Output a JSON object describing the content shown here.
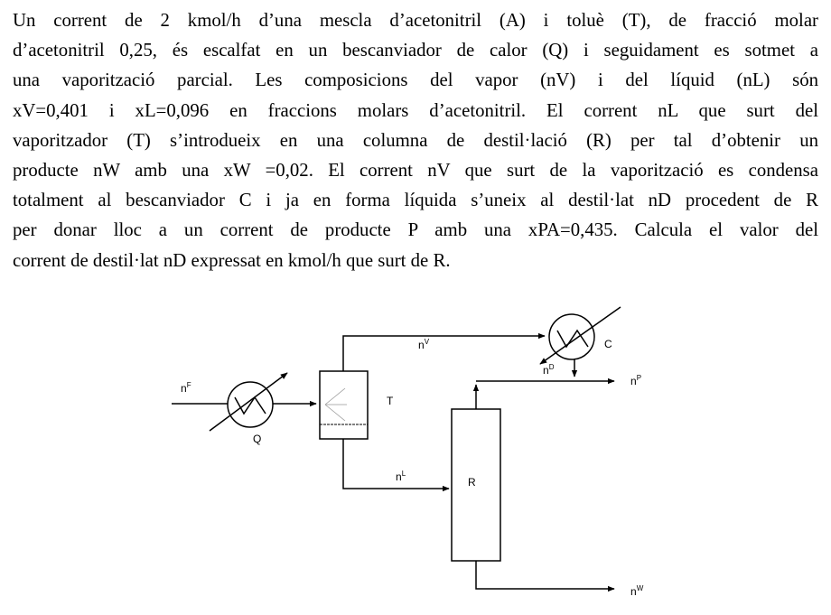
{
  "problem": {
    "lines": [
      "Un corrent de 2 kmol/h d’una mescla d’acetonitril (A) i toluè (T), de fracció molar",
      "d’acetonitril 0,25, és escalfat en un bescanviador de calor (Q) i seguidament es sotmet a",
      "una vaporització parcial. Les composicions del vapor (nV) i del líquid (nL) són",
      "xV=0,401 i xL=0,096 en fraccions molars d’acetonitril. El corrent nL que surt del",
      "vaporitzador (T) s’introdueix en una columna de destil·lació (R) per tal d’obtenir un",
      "producte nW amb una xW =0,02. El corrent nV que surt de la vaporització es condensa",
      "totalment al bescanviador C i ja en forma líquida s’uneix al destil·lat nD procedent de R",
      "per donar lloc a un corrent de producte P amb una xPA=0,435. Calcula el valor del",
      "corrent de destil·lat nD expressat en kmol/h que surt de R."
    ]
  },
  "diagram": {
    "stream_F": {
      "base": "n",
      "sup": "F"
    },
    "stream_V": {
      "base": "n",
      "sup": "V"
    },
    "stream_L": {
      "base": "n",
      "sup": "L"
    },
    "stream_D": {
      "base": "n",
      "sup": "D"
    },
    "stream_P": {
      "base": "n",
      "sup": "P"
    },
    "stream_W": {
      "base": "n",
      "sup": "W"
    },
    "heater_label": "Q",
    "vaporizer_label": "T",
    "column_label": "R",
    "condenser_label": "C"
  }
}
